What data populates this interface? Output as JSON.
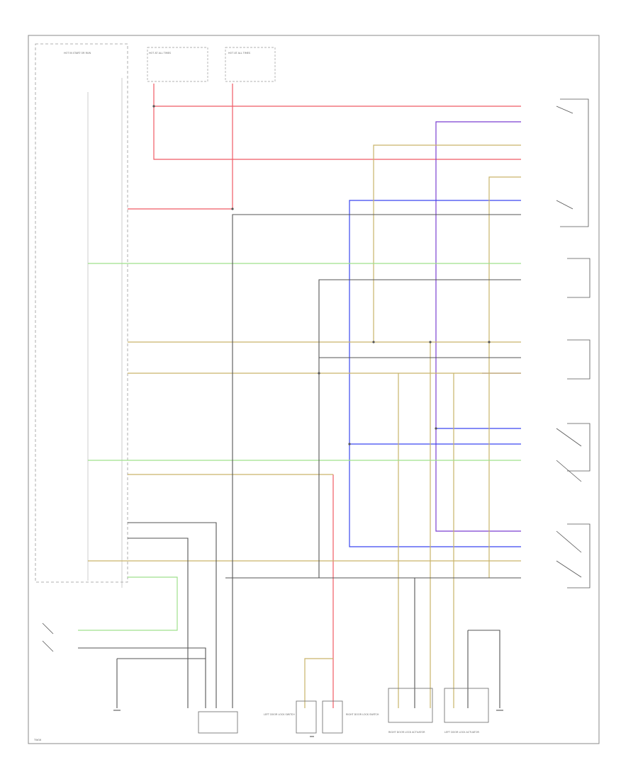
{
  "labels": {
    "hot_at_all_times_1": "HOT AT ALL TIMES",
    "hot_at_all_times_2": "HOT AT ALL TIMES",
    "hot_in_start_run": "HOT IN START OR RUN",
    "left_door_lock_switch": "LEFT DOOR LOCK SWITCH",
    "right_door_lock_switch": "RIGHT DOOR LOCK SWITCH",
    "right_door_lock_actuator": "RIGHT DOOR LOCK ACTUATOR",
    "left_door_lock_actuator": "LEFT DOOR LOCK ACTUATOR",
    "footer_code": "TWG6"
  },
  "colors": {
    "red": "#ef5a64",
    "violet": "#7a3fd0",
    "blue": "#3a46f0",
    "tan": "#c9b46a",
    "green": "#9fe08c",
    "gray": "#555555",
    "black": "#222222",
    "frame": "#888888"
  },
  "icons": [
    "switch-symbol",
    "actuator-box",
    "ground-symbol",
    "connector-pins"
  ]
}
